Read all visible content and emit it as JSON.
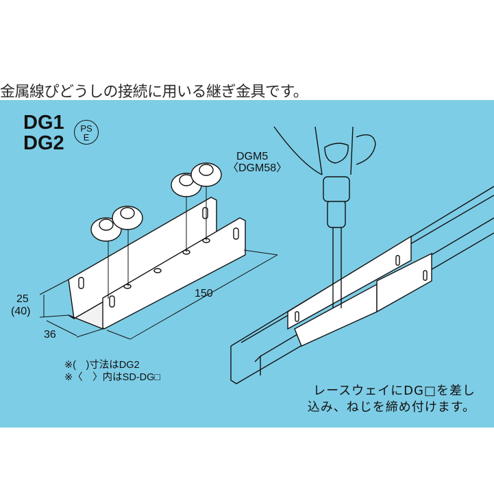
{
  "headline": "金属線ぴどうしの接続に用いる継ぎ金具です。",
  "panel": {
    "background": "#7ecde6"
  },
  "models": [
    "DG1",
    "DG2"
  ],
  "pse_mark": {
    "top": "PS",
    "bottom": "E"
  },
  "screw_label": {
    "line1": "DGM5",
    "line2": "〈DGM58〉"
  },
  "dimensions": {
    "height": "25",
    "height_alt": "(40)",
    "width": "36",
    "length": "150"
  },
  "notes": [
    "※(　)寸法はDG2",
    "※〈　〉内はSD-DG□"
  ],
  "caption": [
    "レースウェイにDG□を差し",
    "込み、ねじを締め付けます。"
  ]
}
